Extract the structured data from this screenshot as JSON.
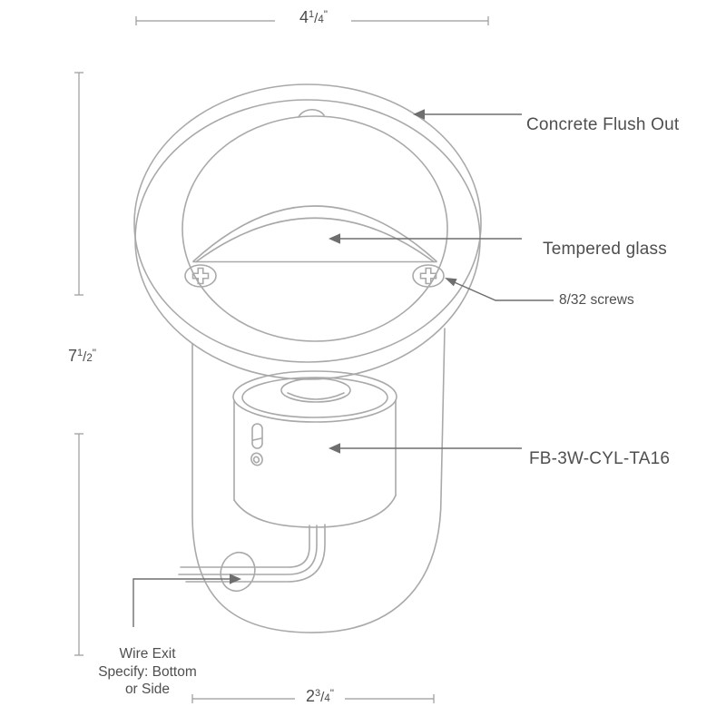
{
  "drawing_title": "in-ground well light technical drawing",
  "labels": {
    "concrete_flush_out": "Concrete Flush Out",
    "tempered_glass": "Tempered glass",
    "screws": "8/32 screws",
    "model": "FB-3W-CYL-TA16",
    "wire_exit_line1": "Wire Exit",
    "wire_exit_line2": "Specify: Bottom",
    "wire_exit_line3": "or Side"
  },
  "dimensions": {
    "width_top": {
      "whole": "4",
      "num": "1",
      "slash": "/",
      "den": "4",
      "unit": "\""
    },
    "height_left": {
      "whole": "7",
      "num": "1",
      "slash": "/",
      "den": "2",
      "unit": "\""
    },
    "width_bottom": {
      "whole": "2",
      "num": "3",
      "slash": "/",
      "den": "4",
      "unit": "\""
    }
  },
  "colors": {
    "drawing_line": "#a9a9a9",
    "leader_line": "#6e6e6e",
    "dimension_line": "#9a9a9a",
    "text": "#4f4f4f",
    "background": "#ffffff"
  }
}
